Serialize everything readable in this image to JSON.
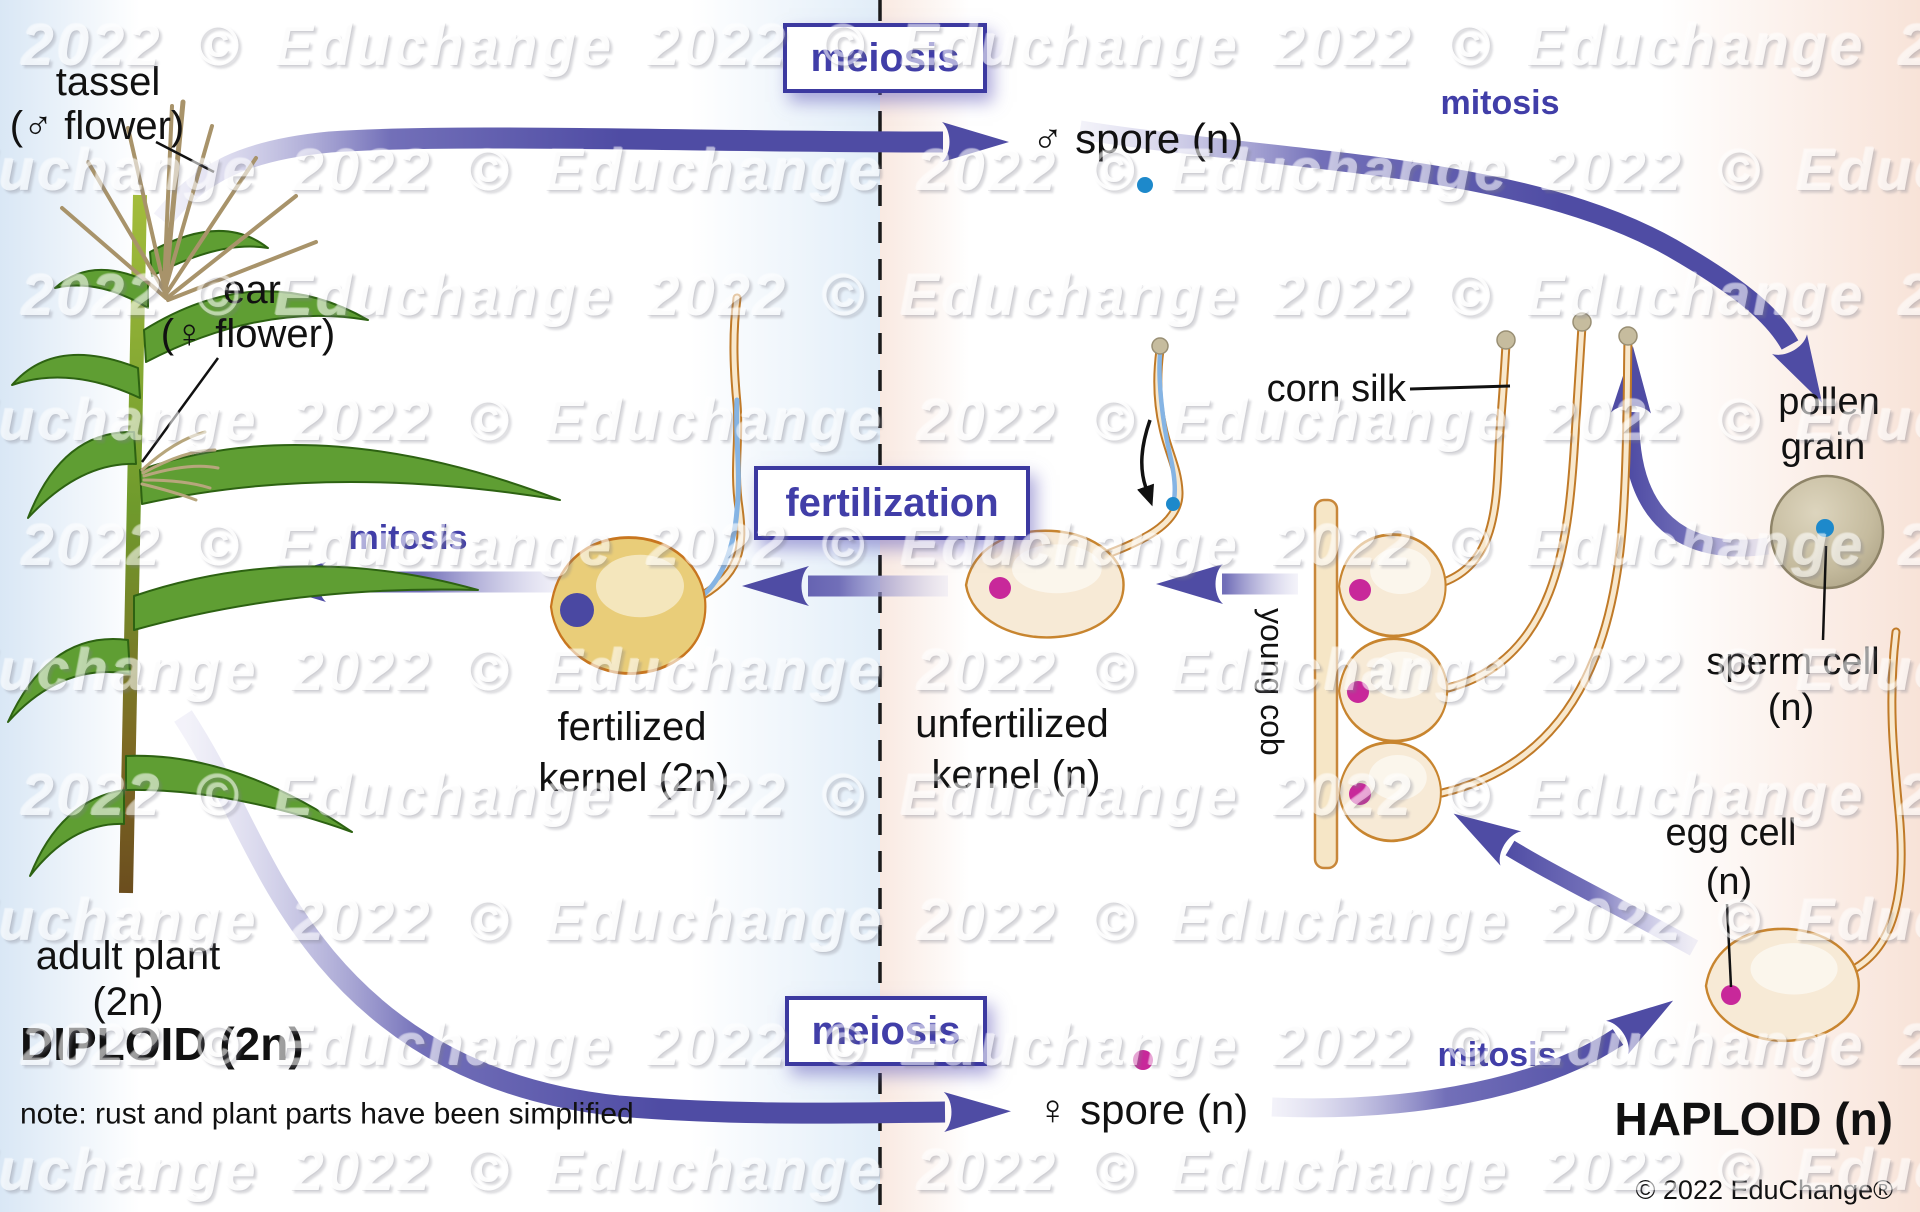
{
  "watermark": {
    "text": "© Educhange 2022",
    "rows": 10,
    "spacing": 125,
    "font_size": 58,
    "repeats": 4
  },
  "cycle_boxes": {
    "meiosis_top": "meiosis",
    "fertilization": "fertilization",
    "meiosis_bottom": "meiosis"
  },
  "process_labels": {
    "mitosis_top": "mitosis",
    "mitosis_left": "mitosis",
    "mitosis_bottom": "mitosis"
  },
  "plant": {
    "tassel_label_1": "tassel",
    "tassel_label_2": "(♂ flower)",
    "ear_label_1": "ear",
    "ear_label_2": "(♀ flower)",
    "adult_label_1": "adult plant",
    "adult_label_2": "(2n)"
  },
  "cells": {
    "male_spore": "♂ spore (n)",
    "female_spore": "♀ spore (n)",
    "pollen_1": "pollen",
    "pollen_2": "grain",
    "sperm_1": "sperm cell",
    "sperm_2": "(n)",
    "egg_1": "egg cell",
    "egg_2": "(n)",
    "corn_silk": "corn silk",
    "young_cob": "young cob",
    "fertilized_1": "fertilized",
    "fertilized_2": "kernel (2n)",
    "unfertilized_1": "unfertilized",
    "unfertilized_2": "kernel (n)"
  },
  "phases": {
    "diploid": "DIPLOID (2n)",
    "haploid": "HAPLOID (n)"
  },
  "footer": {
    "note": "note: rust and plant parts have been simplified",
    "copyright": "© 2022 EduChange®"
  },
  "colors": {
    "arrow": "#4f4ca4",
    "box_border": "#3c39a0",
    "box_text": "#413ea8",
    "egg_dot": "#c8289a",
    "sperm_dot": "#1d89cb",
    "zygote": "#4a48a2",
    "kernel_pale": "#f7ead6",
    "kernel_gold": "#e9cd79",
    "pollen_fill": "#c9c0a4",
    "silk_outline": "#c07a28",
    "leaf_green": "#5f9e33",
    "divider": "#1a1a1a"
  }
}
